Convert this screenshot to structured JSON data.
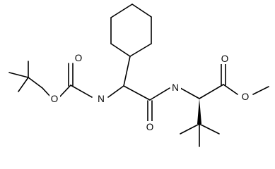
{
  "molecule": {
    "atoms": {
      "o1": "O",
      "o2": "O",
      "n1": "N",
      "o3": "O",
      "n2": "N",
      "o4": "O",
      "o5": "O"
    }
  },
  "colors": {
    "bond": "#000000",
    "background": "#ffffff"
  }
}
